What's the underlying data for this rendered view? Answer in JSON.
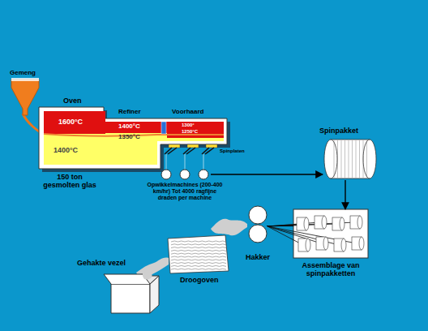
{
  "diagram": {
    "nodes": [
      {
        "text": [
          "Opwikkelmachines (200-400 km/hr) Tot 4000 ragfijne draden per machine"
        ]
      },
      {
        "text": [
          "Spinpakket"
        ]
      },
      {
        "text": [
          "Assemblage van spinpakketten"
        ]
      },
      {
        "text": [
          "Hakker"
        ]
      },
      {
        "text": [
          "Droogoven"
        ]
      },
      {
        "text": [
          "Gehakte vezel"
        ]
      }
    ],
    "edges": [
      {
        "from": 0,
        "to": 1,
        "arrow": "to"
      },
      {
        "from": 1,
        "to": 2,
        "arrow": "to"
      },
      {
        "from": 2,
        "to": 3,
        "arrow": "none"
      }
    ],
    "labels": [
      "Gemeng",
      "Oven",
      "1600°C",
      "Refiner",
      "Voorhaard",
      "1400°C",
      "1300°",
      "1250°C",
      "1350°C",
      "1400°C",
      "150 ton gesmolten glas",
      "Spinplaten"
    ]
  }
}
